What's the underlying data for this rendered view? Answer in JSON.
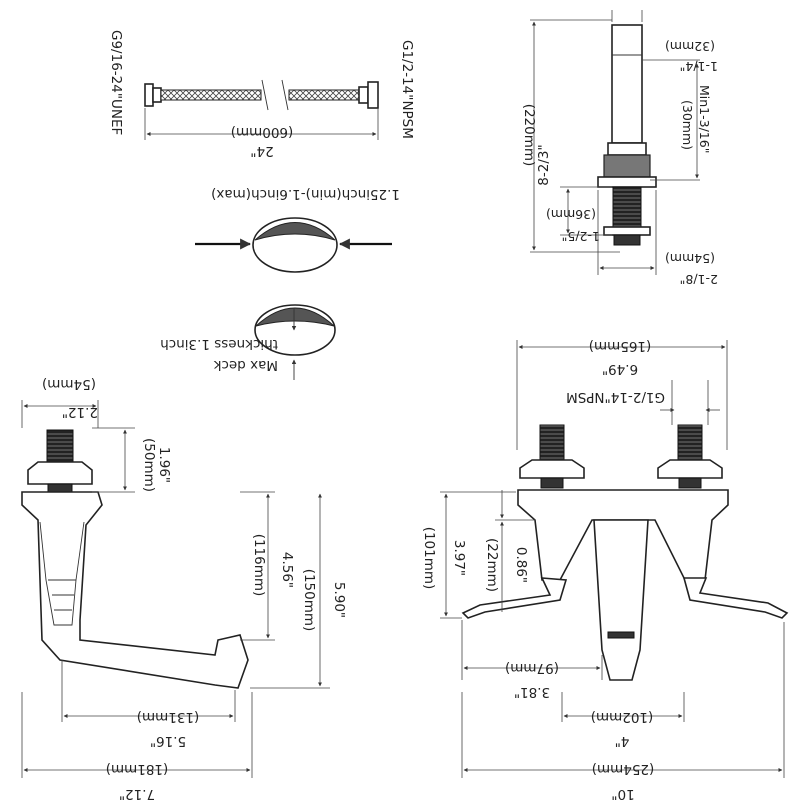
{
  "hose": {
    "left_label": "G9/16-24\"UNEF",
    "right_label": "G1/2-14\"NPSM",
    "length_in": "24\"",
    "length_mm": "(600mm)"
  },
  "spout": {
    "top_in": "1-1/4\"",
    "top_mm": "(32mm)",
    "height_in": "8-2/3\"",
    "height_mm": "(220mm)",
    "upper_in": "Min1-3/16\"",
    "upper_mm": "(30mm)",
    "shank_in": "1-2/5\"",
    "shank_mm": "(36mm)",
    "base_in": "2-1/8\"",
    "base_mm": "(54mm)"
  },
  "deck_note": {
    "range": "1.25inch(min)-1.6inch(max)",
    "max_deck": "Max deck",
    "thickness": "thickness 1.3inch"
  },
  "side_view": {
    "width_top_in": "2.12\"",
    "width_top_mm": "(54mm)",
    "shank_in": "1.96\"",
    "shank_mm": "(50mm)",
    "height1_in": "4.56\"",
    "height1_mm": "(116mm)",
    "height2_in": "5.90\"",
    "height2_mm": "(150mm)",
    "reach1_in": "5.16\"",
    "reach1_mm": "(131mm)",
    "reach2_in": "7.12\"",
    "reach2_mm": "(181mm)"
  },
  "front_view": {
    "spacing_in": "6.49\"",
    "spacing_mm": "(165mm)",
    "thread": "G1/2-14\"NPSM",
    "height_in": "3.97\"",
    "height_mm": "(101mm)",
    "offset_in": "0.86\"",
    "offset_mm": "(22mm)",
    "spout_in": "3.81\"",
    "spout_mm": "(97mm)",
    "center_in": "4\"",
    "center_mm": "(102mm)",
    "overall_in": "10\"",
    "overall_mm": "(254mm)"
  }
}
